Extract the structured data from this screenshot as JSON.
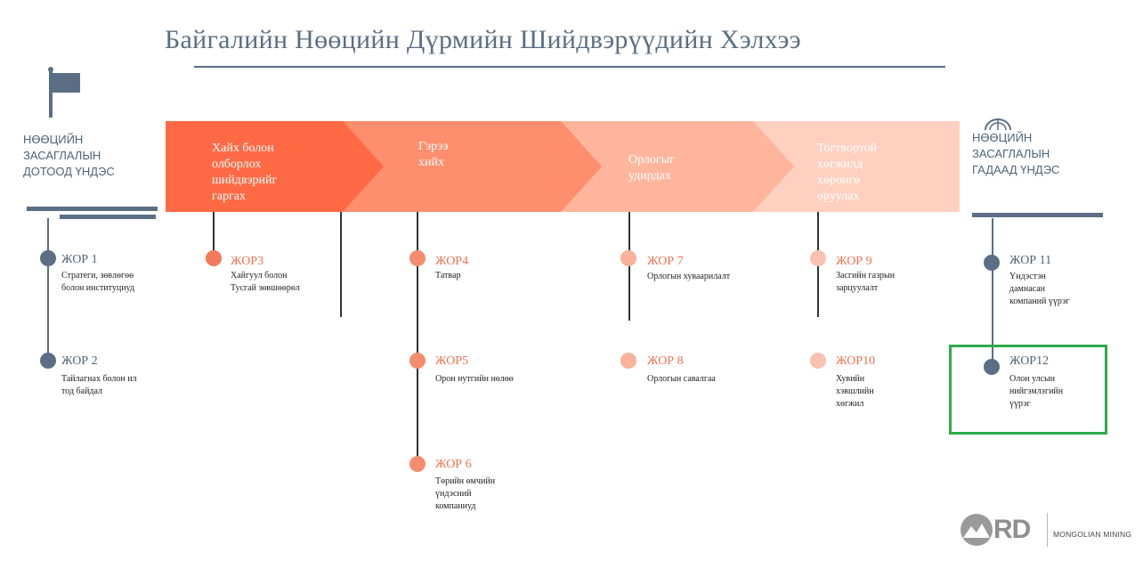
{
  "title": "Байгалийн Нөөцийн Дүрмийн Шийдвэрүүдийн Хэлхээ",
  "left_label": [
    "НӨӨЦИЙН",
    "ЗАСАГЛАЛЫН",
    "ДОТООД ҮНДЭС"
  ],
  "right_label": [
    "НӨӨЦИЙН",
    "ЗАСАГЛАЛЫН",
    "ГАДААД ҮНДЭС"
  ],
  "stages": [
    {
      "label": [
        "Хайх  болон",
        "олборлох",
        "шийдвэрийг",
        "гаргах"
      ],
      "color": "#ff6a45"
    },
    {
      "label": [
        "Гэрээ",
        "хийх"
      ],
      "color": "#fe8e6d"
    },
    {
      "label": [
        "Орлогыг",
        "удирдах"
      ],
      "color": "#ffb59c"
    },
    {
      "label": [
        "Тогтвортой",
        "хөгжилд",
        "хөрөнгө",
        "оруулах"
      ],
      "color": "#ffd0bf"
    }
  ],
  "items": [
    {
      "jor": "ЖОР 1",
      "desc": [
        "Стратеги, зөвлөгөө",
        "болон институциуд"
      ]
    },
    {
      "jor": "ЖОР 2",
      "desc": [
        "Тайлагнах болон ил",
        "тод байдал"
      ]
    },
    {
      "jor": "ЖОР3",
      "desc": [
        "Хайгуул болон",
        "Тусгай зөвшөөрөл"
      ]
    },
    {
      "jor": "ЖОР4",
      "desc": [
        "Татвар"
      ]
    },
    {
      "jor": "ЖОР5",
      "desc": [
        "Орон нутгийн нөлөө"
      ]
    },
    {
      "jor": "ЖОР 6",
      "desc": [
        "Төрийн өмчийн",
        "үндэсний",
        "компаниуд"
      ]
    },
    {
      "jor": "ЖОР 7",
      "desc": [
        "Орлогын хуваарилалт"
      ]
    },
    {
      "jor": "ЖОР 8",
      "desc": [
        "Орлогын савалгаа"
      ]
    },
    {
      "jor": "ЖОР 9",
      "desc": [
        "Засгийн газрын",
        "зарцуулалт"
      ]
    },
    {
      "jor": "ЖОР10",
      "desc": [
        "Хувийн",
        "хэвшлийн",
        "хөгжил"
      ]
    },
    {
      "jor": "ЖОР 11",
      "desc": [
        "Үндэстэн",
        "дамнасан",
        "компаний үүрэг"
      ]
    },
    {
      "jor": "ЖОР12",
      "desc": [
        "Олон улсын",
        "нийгэмлэгийн",
        "үүрэг"
      ]
    }
  ],
  "logo": {
    "mark": "RD",
    "text": "MONGOLIAN MINING"
  },
  "colors": {
    "slate": "#5a6e85",
    "highlight": "#2eab4a"
  }
}
